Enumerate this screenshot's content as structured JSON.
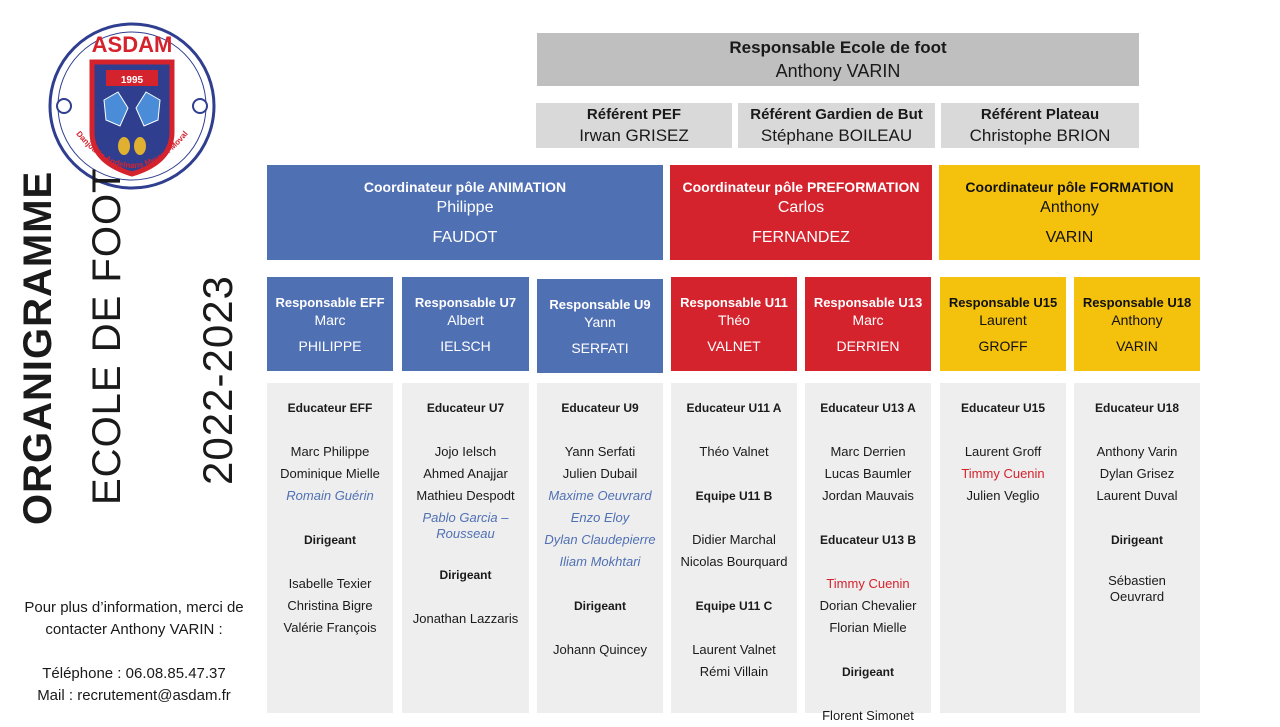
{
  "logo": {
    "text": "ASDAM",
    "year": "1995",
    "motto": "Danjoutin Andelnans Meroux-Moval"
  },
  "title": {
    "line1": "ORGANIGRAMME",
    "line2": "ECOLE DE FOOT",
    "season": "2022-2023"
  },
  "contact": {
    "line1": "Pour plus d’information, merci de",
    "line2": "contacter Anthony VARIN :",
    "phone": "Téléphone : 06.08.85.47.37",
    "mail": "Mail : recrutement@asdam.fr"
  },
  "head": {
    "role": "Responsable Ecole de foot",
    "name": "Anthony VARIN"
  },
  "referents": [
    {
      "role": "Référent PEF",
      "name": "Irwan GRISEZ"
    },
    {
      "role": "Référent Gardien de But",
      "name": "Stéphane BOILEAU"
    },
    {
      "role": "Référent Plateau",
      "name": "Christophe BRION"
    }
  ],
  "coordinators": [
    {
      "role": "Coordinateur pôle ANIMATION",
      "first": "Philippe",
      "last": "FAUDOT"
    },
    {
      "role": "Coordinateur pôle PREFORMATION",
      "first": "Carlos",
      "last": "FERNANDEZ"
    },
    {
      "role": "Coordinateur pôle FORMATION",
      "first": "Anthony",
      "last": "VARIN"
    }
  ],
  "responsables": [
    {
      "role": "Responsable EFF",
      "first": "Marc",
      "last": "PHILIPPE"
    },
    {
      "role": "Responsable U7",
      "first": "Albert",
      "last": "IELSCH"
    },
    {
      "role": "Responsable U9",
      "first": "Yann",
      "last": "SERFATI"
    },
    {
      "role": "Responsable U11",
      "first": "Théo",
      "last": "VALNET"
    },
    {
      "role": "Responsable U13",
      "first": "Marc",
      "last": "DERRIEN"
    },
    {
      "role": "Responsable U15",
      "first": "Laurent",
      "last": "GROFF"
    },
    {
      "role": "Responsable U18",
      "first": "Anthony",
      "last": "VARIN"
    }
  ],
  "columns": {
    "eff": {
      "h1": "Educateur EFF",
      "e1": "Marc Philippe",
      "e2": "Dominique Mielle",
      "e3": "Romain Guérin",
      "h2": "Dirigeant",
      "d1": "Isabelle Texier",
      "d2": "Christina Bigre",
      "d3": "Valérie François"
    },
    "u7": {
      "h1": "Educateur U7",
      "e1": "Jojo Ielsch",
      "e2": "Ahmed Anajjar",
      "e3": "Mathieu Despodt",
      "e4a": "Pablo Garcia –",
      "e4b": "Rousseau",
      "h2": "Dirigeant",
      "d1": "Jonathan Lazzaris"
    },
    "u9": {
      "h1": "Educateur U9",
      "e1": "Yann Serfati",
      "e2": "Julien Dubail",
      "e3": "Maxime Oeuvrard",
      "e4": "Enzo Eloy",
      "e5": "Dylan Claudepierre",
      "e6": "Iliam Mokhtari",
      "h2": "Dirigeant",
      "d1": "Johann Quincey"
    },
    "u11": {
      "h1": "Educateur U11 A",
      "e1": "Théo Valnet",
      "h2": "Equipe U11 B",
      "b1": "Didier Marchal",
      "b2": "Nicolas Bourquard",
      "h3": "Equipe U11 C",
      "c1": "Laurent Valnet",
      "c2": "Rémi Villain"
    },
    "u13": {
      "h1": "Educateur U13  A",
      "e1": "Marc Derrien",
      "e2": "Lucas Baumler",
      "e3": "Jordan Mauvais",
      "h2": "Educateur U13  B",
      "b1": "Timmy Cuenin",
      "b2": "Dorian Chevalier",
      "b3": "Florian Mielle",
      "h3": "Dirigeant",
      "d1": "Florent Simonet"
    },
    "u15": {
      "h1": "Educateur U15",
      "e1": "Laurent Groff",
      "e2": "Timmy Cuenin",
      "e3": "Julien Veglio"
    },
    "u18": {
      "h1": "Educateur U18",
      "e1": "Anthony Varin",
      "e2": "Dylan Grisez",
      "e3": "Laurent Duval",
      "h2": "Dirigeant",
      "d1a": "Sébastien",
      "d1b": "Oeuvrard"
    }
  },
  "colors": {
    "blue": "#5070b4",
    "red": "#d5232e",
    "yellow": "#f4c20d",
    "grey_dark": "#bfbfbf",
    "grey_light": "#d9d9d9",
    "column_bg": "#eeeeee"
  }
}
